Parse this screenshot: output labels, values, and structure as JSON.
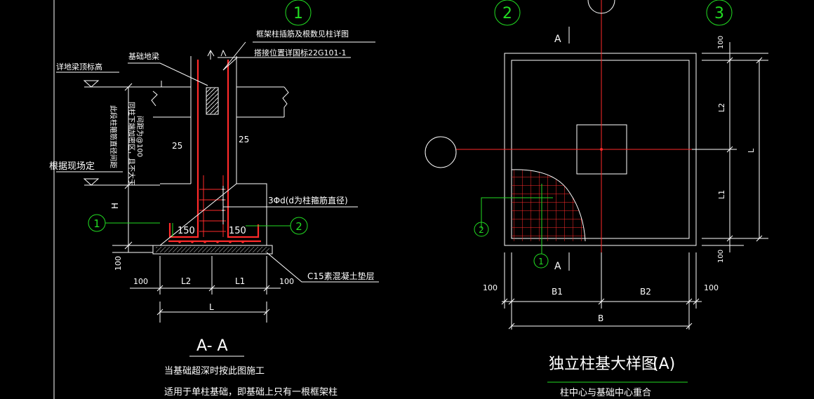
{
  "axis_bubbles": {
    "a1": "1",
    "a2": "2",
    "a3": "3"
  },
  "section": {
    "note_rebar_top": "框架柱插筋及根数见柱详图",
    "note_rebar_bottom": "搭接位置详国标22G101-1",
    "note_foundation_beam": "基础地梁",
    "note_beam_top": "详地梁顶标高",
    "note_vertical_1": "此段柱箍筋直径间距",
    "note_vertical_2": "同柱下端加密区，且不大于",
    "note_vertical_3": "间距为@100",
    "note_site": "根据现场定",
    "dim_25_left": "25",
    "dim_25_right": "25",
    "stirrup_note": "3Φd(d为柱箍筋直径)",
    "dim_H": "H",
    "callout_1": "1",
    "callout_2": "2",
    "dim_150_left": "150",
    "dim_150_right": "150",
    "cushion_note": "C15素混凝土垫层",
    "dim_100_vertical": "100",
    "dim_100_left": "100",
    "dim_L2": "L2",
    "dim_L1": "L1",
    "dim_100_right": "100",
    "dim_L": "L",
    "title": "A- A",
    "note_line1": "当基础超深时按此图施工",
    "note_line2": "适用于单柱基础，即基础上只有一根框架柱"
  },
  "plan": {
    "cut_A_top": "A",
    "cut_A_bottom": "A",
    "dim_100_top": "100",
    "dim_L2": "L2",
    "dim_L1": "L1",
    "dim_L": "L",
    "dim_100_bottom": "100",
    "callout_2": "2",
    "callout_1": "1",
    "dim_100_left": "100",
    "dim_B1": "B1",
    "dim_B2": "B2",
    "dim_100_right": "100",
    "dim_B": "B",
    "title": "独立柱基大样图",
    "title_tag": "(A)",
    "subtitle": "柱中心与基础中心重合"
  },
  "colors": {
    "background": "#000000",
    "line": "#ffffff",
    "axis": "#ff2a2a",
    "bubble": "#22dd22"
  }
}
